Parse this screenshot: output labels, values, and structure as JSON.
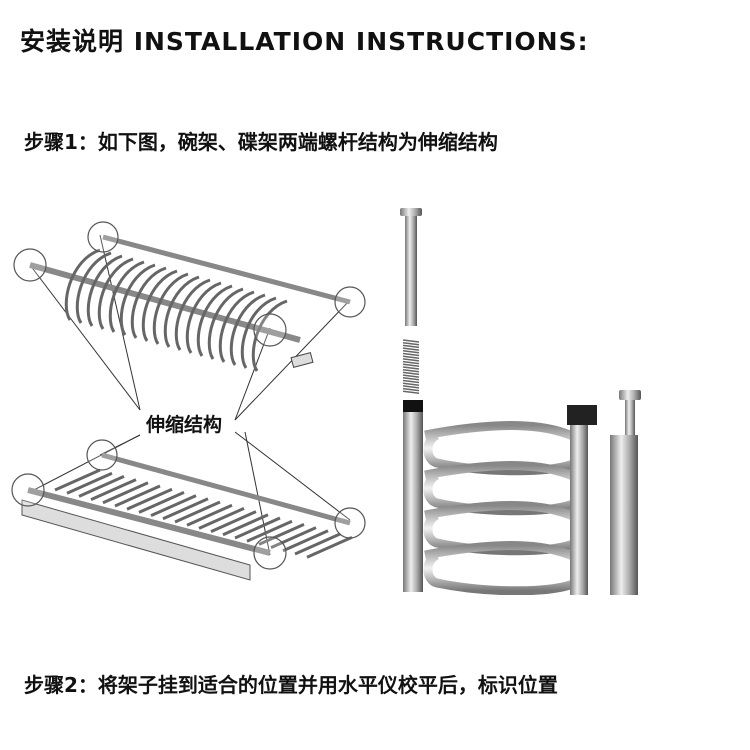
{
  "title": "安装说明 INSTALLATION INSTRUCTIONS:",
  "step1": "步骤1：如下图，碗架、碟架两端螺杆结构为伸缩结构",
  "diagram_label": "伸缩结构",
  "step2": "步骤2：将架子挂到适合的位置并用水平仪校平后，标识位置"
}
